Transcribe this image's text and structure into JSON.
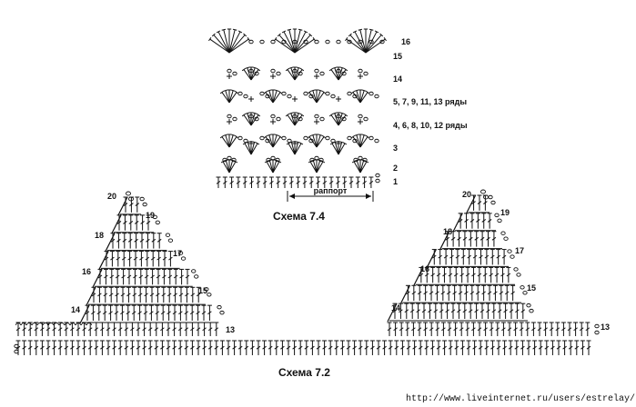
{
  "schema_74": {
    "title": "Схема 7.4",
    "repeat_label": "раппорт",
    "rows": [
      {
        "label": "16"
      },
      {
        "label": "15"
      },
      {
        "label": "14"
      },
      {
        "label": "5, 7, 9, 11, 13 ряды"
      },
      {
        "label": "4, 6, 8, 10, 12 ряды"
      },
      {
        "label": "3"
      },
      {
        "label": "2"
      },
      {
        "label": "1"
      }
    ]
  },
  "schema_72": {
    "title": "Схема 7.2",
    "left_triangle_labels": [
      "20",
      "19",
      "18",
      "17",
      "16",
      "15",
      "14",
      "13"
    ],
    "right_triangle_labels": [
      "20",
      "19",
      "18",
      "17",
      "16",
      "15",
      "14",
      "13"
    ]
  },
  "watermark": {
    "url": "http://www.liveinternet.ru/users/estrelay/"
  }
}
